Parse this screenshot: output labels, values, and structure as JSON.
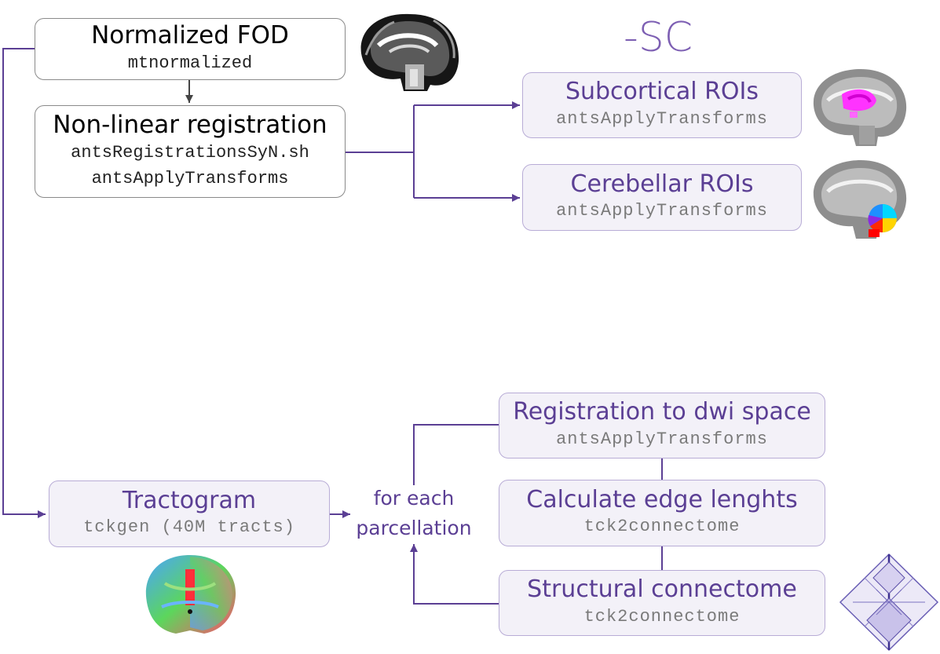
{
  "header": {
    "section_label": "-SC"
  },
  "nodes": {
    "fod": {
      "title": "Normalized FOD",
      "cmd": "mtnormalized"
    },
    "nonlinear": {
      "title": "Non-linear registration",
      "cmd1": "antsRegistrationsSyN.sh",
      "cmd2": "antsApplyTransforms"
    },
    "subcortical": {
      "title": "Subcortical ROIs",
      "cmd": "antsApplyTransforms"
    },
    "cerebellar": {
      "title": "Cerebellar ROIs",
      "cmd": "antsApplyTransforms"
    },
    "tractogram": {
      "title": "Tractogram",
      "cmd": "tckgen (40M tracts)"
    },
    "registration": {
      "title": "Registration to dwi space",
      "cmd": "antsApplyTransforms"
    },
    "edges": {
      "title": "Calculate edge lenghts",
      "cmd": "tck2connectome"
    },
    "connectome": {
      "title": "Structural connectome",
      "cmd": "tck2connectome"
    }
  },
  "loop_label": {
    "line1": "for each",
    "line2": "parcellation"
  },
  "colors": {
    "accent": "#5b3f94",
    "box_fill": "#f3f1f8",
    "box_border": "#b8acd6",
    "dark_arrow": "#444444"
  },
  "images": [
    {
      "name": "sagittal-fod-image"
    },
    {
      "name": "sagittal-subcortical-image"
    },
    {
      "name": "sagittal-cerebellar-image"
    },
    {
      "name": "coronal-tractogram-image"
    },
    {
      "name": "connectome-matrix-image"
    }
  ]
}
